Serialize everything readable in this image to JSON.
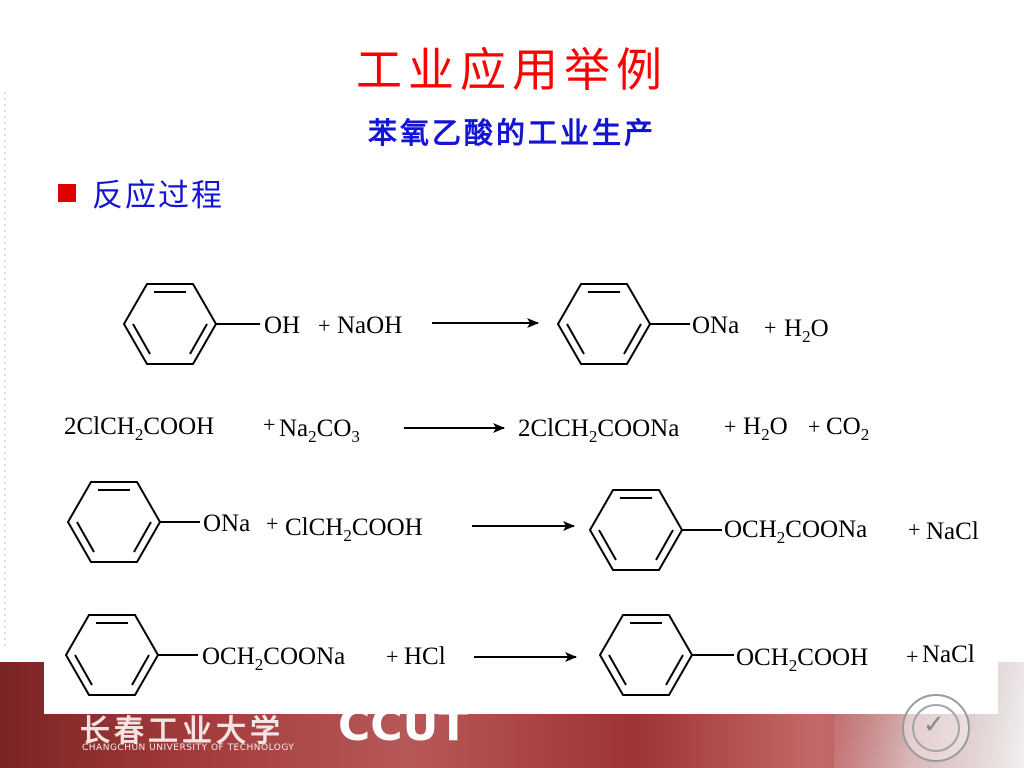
{
  "title": "工业应用举例",
  "subtitle": "苯氧乙酸的工业生产",
  "section": "反应过程",
  "colors": {
    "title": "#ff0000",
    "subtitle": "#1414d4",
    "bullet": "#e00000",
    "footer": "#a23a3a"
  },
  "reactions": [
    {
      "ring1": "OH",
      "left": [
        {
          "t": "+"
        },
        {
          "t": "NaOH"
        }
      ],
      "ring2": "ONa",
      "right": [
        {
          "t": "+"
        },
        {
          "t": "H",
          "sub": "2",
          "t2": "O"
        }
      ]
    },
    {
      "left": [
        {
          "t": "2ClCH",
          "sub": "2",
          "t2": "COOH"
        },
        {
          "t": "+"
        },
        {
          "t": "Na",
          "sub": "2",
          "t2": "CO",
          "sub2": "3"
        }
      ],
      "right": [
        {
          "t": "2ClCH",
          "sub": "2",
          "t2": "COONa"
        },
        {
          "t": "+"
        },
        {
          "t": "H",
          "sub": "2",
          "t2": "O"
        },
        {
          "t": "+"
        },
        {
          "t": "CO",
          "sub": "2"
        }
      ]
    },
    {
      "ring1": "ONa",
      "left": [
        {
          "t": "+"
        },
        {
          "t": "ClCH",
          "sub": "2",
          "t2": "COOH"
        }
      ],
      "ring2": "OCH₂COONa",
      "ring2_parts": {
        "t": "OCH",
        "sub": "2",
        "t2": "COONa"
      },
      "right": [
        {
          "t": "+"
        },
        {
          "t": "NaCl"
        }
      ]
    },
    {
      "ring1_parts": {
        "t": "OCH",
        "sub": "2",
        "t2": "COONa"
      },
      "left": [
        {
          "t": "+"
        },
        {
          "t": "HCl"
        }
      ],
      "ring2_parts": {
        "t": "OCH",
        "sub": "2",
        "t2": "COOH"
      },
      "right": [
        {
          "t": "+"
        },
        {
          "t": "NaCl"
        }
      ]
    }
  ],
  "footer": {
    "logo_cn": "长春工业大学",
    "logo_en": "CHANGCHUN UNIVERSITY OF TECHNOLOGY",
    "logo_abbr": "CCUT"
  }
}
